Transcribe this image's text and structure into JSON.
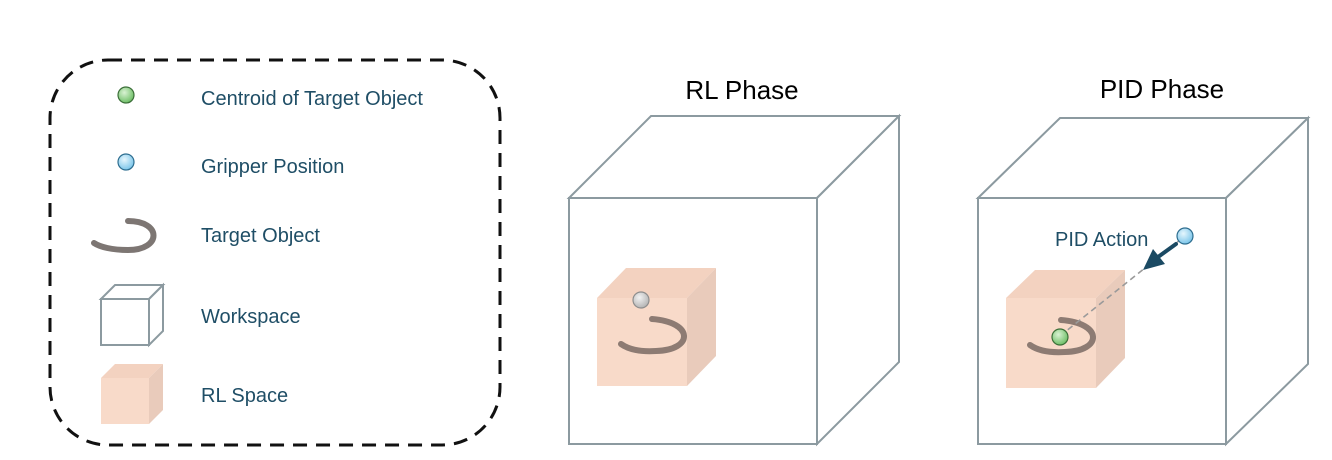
{
  "legend": {
    "items": [
      {
        "id": "centroid",
        "label": "Centroid of Target Object",
        "icon": "green-sphere-icon"
      },
      {
        "id": "gripper",
        "label": "Gripper Position",
        "icon": "blue-sphere-icon"
      },
      {
        "id": "target",
        "label": "Target Object",
        "icon": "ring-object-icon"
      },
      {
        "id": "workspace",
        "label": "Workspace",
        "icon": "wireframe-cube-icon"
      },
      {
        "id": "rlspace",
        "label": "RL Space",
        "icon": "solid-peach-cube-icon"
      }
    ]
  },
  "panels": {
    "rl": {
      "title": "RL Phase"
    },
    "pid": {
      "title": "PID Phase",
      "action_label": "PID Action"
    }
  },
  "colors": {
    "legend_text": "#1f4e66",
    "title_text": "#000000",
    "cube_edge": "#8c9aa0",
    "rl_space_front": "#f8dac9",
    "rl_space_side": "#e9cbbb",
    "rl_space_top": "#f3d2c0",
    "ring": "#8a7a72",
    "green_sphere": "#7fc97a",
    "blue_sphere": "#8fd0ef",
    "grey_sphere": "#c4c4c4",
    "arrow": "#1b4a63"
  }
}
